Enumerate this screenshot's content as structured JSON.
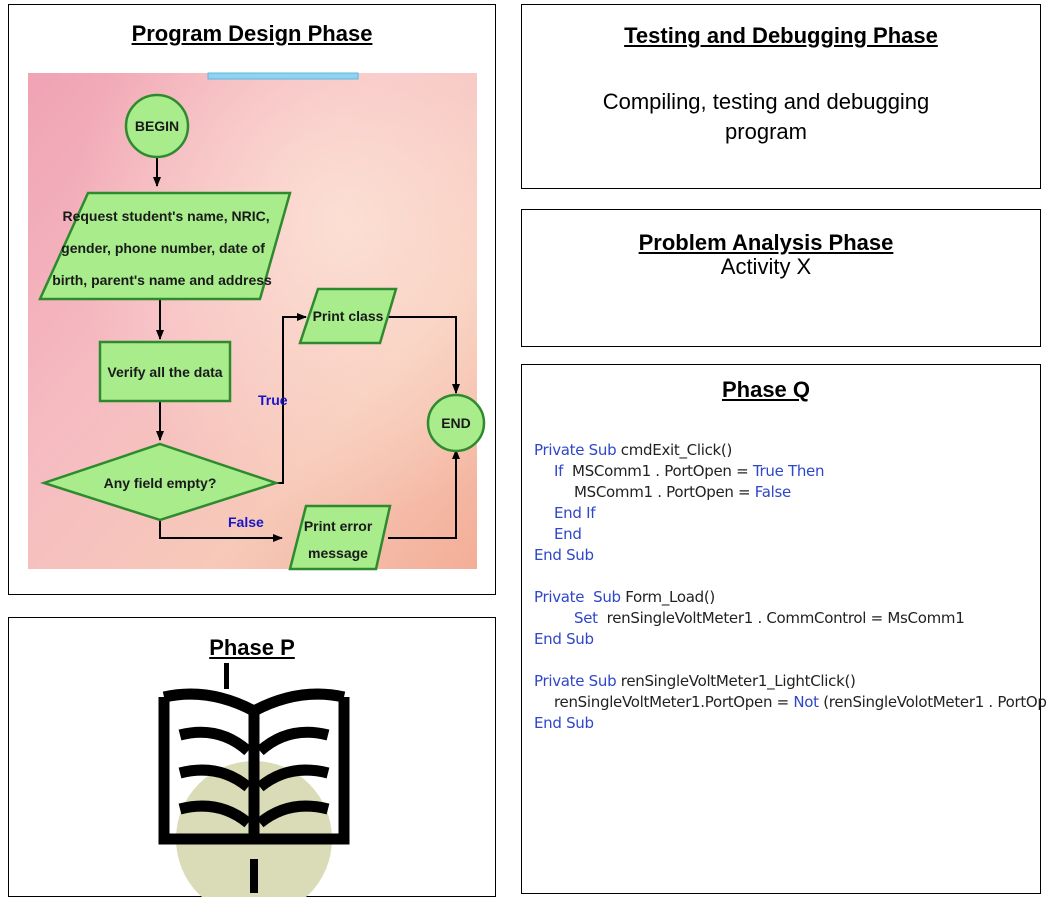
{
  "panels": {
    "design": {
      "title": "Program Design Phase",
      "flowchart": {
        "begin": "BEGIN",
        "request": [
          "Request  student's name, NRIC,",
          "gender, phone number, date of",
          "birth, parent's name and address"
        ],
        "verify": "Verify all the data",
        "decision": "Any field empty?",
        "print_class": "Print class",
        "print_error": [
          "Print error",
          "message"
        ],
        "end": "END",
        "true_label": "True",
        "false_label": "False"
      }
    },
    "testing": {
      "title": "Testing and Debugging Phase",
      "text_line1": "Compiling, testing and debugging",
      "text_line2": "program"
    },
    "analysis": {
      "title": "Problem Analysis Phase",
      "text": "Activity X"
    },
    "q": {
      "title": "Phase Q",
      "code": [
        {
          "indent": 0,
          "parts": [
            {
              "kw": true,
              "t": "Private Sub "
            },
            {
              "kw": false,
              "t": "cmdExit_Click()"
            }
          ]
        },
        {
          "indent": 1,
          "parts": [
            {
              "kw": true,
              "t": "If "
            },
            {
              "kw": false,
              "t": " MSComm1 . PortOpen = "
            },
            {
              "kw": true,
              "t": "True Then"
            }
          ]
        },
        {
          "indent": 2,
          "parts": [
            {
              "kw": false,
              "t": "MSComm1 . PortOpen = "
            },
            {
              "kw": true,
              "t": "False"
            }
          ]
        },
        {
          "indent": 1,
          "parts": [
            {
              "kw": true,
              "t": "End If"
            }
          ]
        },
        {
          "indent": 1,
          "parts": [
            {
              "kw": true,
              "t": "End"
            }
          ]
        },
        {
          "indent": 0,
          "parts": [
            {
              "kw": true,
              "t": "End Sub"
            }
          ]
        },
        {
          "indent": 0,
          "parts": []
        },
        {
          "indent": 0,
          "parts": [
            {
              "kw": true,
              "t": "Private  Sub "
            },
            {
              "kw": false,
              "t": "Form_Load()"
            }
          ]
        },
        {
          "indent": 2,
          "parts": [
            {
              "kw": true,
              "t": "Set "
            },
            {
              "kw": false,
              "t": " renSingleVoltMeter1 . CommControl = MsComm1"
            }
          ]
        },
        {
          "indent": 0,
          "parts": [
            {
              "kw": true,
              "t": "End Sub"
            }
          ]
        },
        {
          "indent": 0,
          "parts": []
        },
        {
          "indent": 0,
          "parts": [
            {
              "kw": true,
              "t": "Private Sub "
            },
            {
              "kw": false,
              "t": "renSingleVoltMeter1_LightClick()"
            }
          ]
        },
        {
          "indent": 1,
          "parts": [
            {
              "kw": false,
              "t": "renSingleVoltMeter1.PortOpen = "
            },
            {
              "kw": true,
              "t": "Not "
            },
            {
              "kw": false,
              "t": "(renSingleVolotMeter1 . PortOp"
            }
          ]
        },
        {
          "indent": 0,
          "parts": [
            {
              "kw": true,
              "t": "End Sub"
            }
          ]
        }
      ]
    },
    "p": {
      "title": "Phase P",
      "icon": "open-book-icon"
    }
  },
  "colors": {
    "shape_fill": "#a8ec8c",
    "shape_stroke": "#2f8a2f",
    "keyword_blue": "#2e46c9",
    "flow_label_blue": "#1616c8",
    "book_bg": "#d9dcb6"
  }
}
